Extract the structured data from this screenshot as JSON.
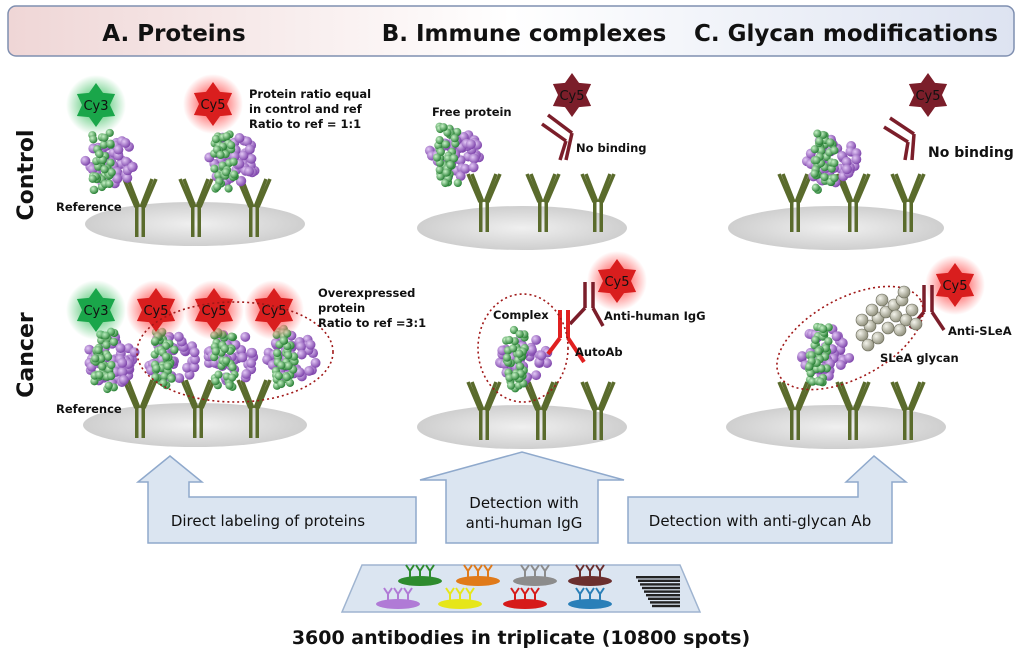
{
  "header": {
    "col_a": "A. Proteins",
    "col_b": "B. Immune complexes",
    "col_c": "C. Glycan modifications"
  },
  "rows": {
    "control": "Control",
    "cancer": "Cancer"
  },
  "dyes": {
    "cy3": "Cy3",
    "cy5": "Cy5"
  },
  "labels": {
    "reference": "Reference",
    "ratio_equal_1": "Protein ratio equal",
    "ratio_equal_2": "in control and ref",
    "ratio_equal_3": "Ratio to ref = 1:1",
    "free_protein": "Free protein",
    "no_binding": "No binding",
    "overexpressed_1": "Overexpressed",
    "overexpressed_2": "protein",
    "overexpressed_3": "Ratio to ref =3:1",
    "complex": "Complex",
    "anti_human_igg": "Anti-human IgG",
    "autoab": "AutoAb",
    "anti_slea": "Anti-SLeA",
    "slea_glycan": "SLeA glycan"
  },
  "arrows": {
    "left": "Direct labeling of proteins",
    "middle_1": "Detection with",
    "middle_2": "anti-human IgG",
    "right": "Detection with anti-glycan Ab"
  },
  "footer": "3600 antibodies in triplicate (10800 spots)",
  "colors": {
    "antibody": "#5a6b2c",
    "cy3": "#1aa64a",
    "cy5": "#d91e1e",
    "detect_ab": "#7b1e2a",
    "autoab": "#e02020",
    "protein_purple": "#9a5fc4",
    "protein_green": "#3aa34a",
    "arrow_fill": "#dbe5f1",
    "arrow_stroke": "#8fa9cc"
  }
}
